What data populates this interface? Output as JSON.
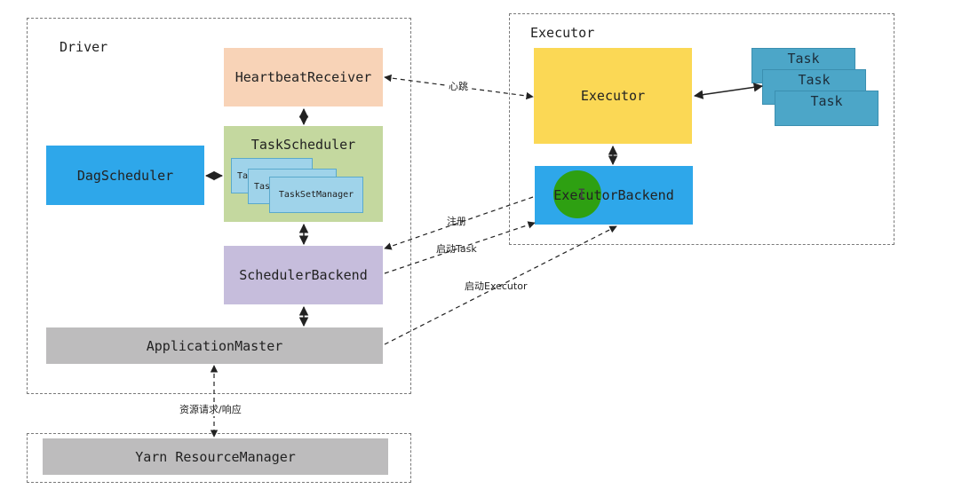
{
  "regions": {
    "driver": "Driver",
    "executor": "Executor"
  },
  "boxes": {
    "heartbeat_receiver": "HeartbeatReceiver",
    "task_scheduler": "TaskScheduler",
    "dag_scheduler": "DagScheduler",
    "scheduler_backend": "SchedulerBackend",
    "application_master": "ApplicationMaster",
    "yarn_resource_manager": "Yarn ResourceManager",
    "executor": "Executor",
    "executor_backend": "ExecutorBackend"
  },
  "task_set_managers": [
    "Ta",
    "Tas",
    "TaskSetManager"
  ],
  "tasks": [
    "Task",
    "Task",
    "Task"
  ],
  "edge_labels": {
    "heartbeat": "心跳",
    "register": "注册",
    "launch_task": "启动Task",
    "launch_executor": "启动Executor",
    "resource_request": "资源请求/响应"
  },
  "colors": {
    "heartbeat_receiver": "#f8d3b7",
    "task_scheduler": "#c4d89f",
    "dag_scheduler": "#2ea7ea",
    "scheduler_backend": "#c6bddc",
    "application_master": "#bdbcbd",
    "executor": "#fbd855",
    "executor_backend": "#2ea7ea",
    "cursor": "#2ea012"
  }
}
